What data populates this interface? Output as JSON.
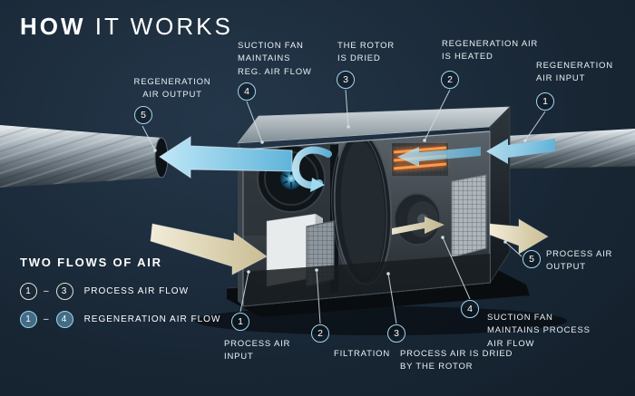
{
  "title": {
    "bold": "HOW",
    "light": " IT WORKS"
  },
  "colors": {
    "background": "#182634",
    "accent_blue": "#7fc5e5",
    "regeneration_arrow": "#a9dcf2",
    "process_arrow": "#e9e0c4",
    "heater_orange": "#ff8c3a",
    "text": "#e9f1f6"
  },
  "callouts_top": [
    {
      "num": "5",
      "label": "REGENERATION\nAIR OUTPUT"
    },
    {
      "num": "4",
      "label": "SUCTION FAN\nMAINTAINS\nREG. AIR FLOW"
    },
    {
      "num": "3",
      "label": "THE ROTOR\nIS DRIED"
    },
    {
      "num": "2",
      "label": "REGENERATION AIR\nIS HEATED"
    },
    {
      "num": "1",
      "label": "REGENERATION\nAIR INPUT"
    }
  ],
  "callouts_bottom": [
    {
      "num": "1",
      "label": "PROCESS AIR\nINPUT"
    },
    {
      "num": "2",
      "label": "FILTRATION"
    },
    {
      "num": "3",
      "label": "PROCESS AIR IS DRIED\nBY THE ROTOR"
    },
    {
      "num": "4",
      "label": "SUCTION FAN\nMAINTAINS PROCESS\nAIR FLOW"
    },
    {
      "num": "5",
      "label": "PROCESS AIR\nOUTPUT"
    }
  ],
  "legend": {
    "title": "TWO FLOWS OF AIR",
    "separator": "–",
    "rows": [
      {
        "from": "1",
        "to": "3",
        "label": "PROCESS AIR FLOW"
      },
      {
        "from": "1",
        "to": "4",
        "label": "REGENERATION AIR FLOW"
      }
    ]
  }
}
